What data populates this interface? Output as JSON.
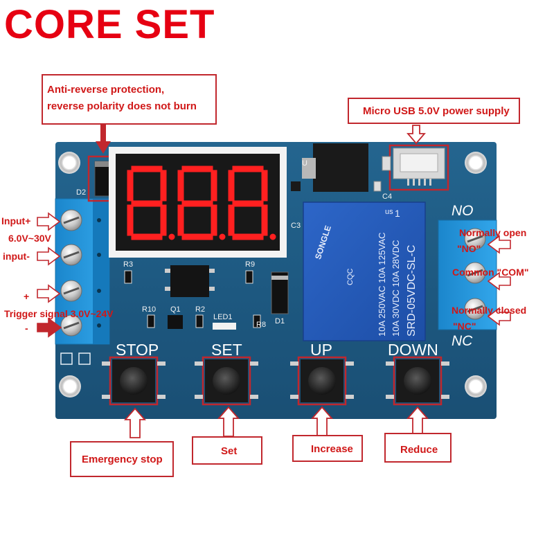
{
  "brand": {
    "text": "CORE SET",
    "color": "#e60012"
  },
  "callouts": {
    "anti_reverse_line1": "Anti-reverse protection,",
    "anti_reverse_line2": "reverse polarity does not burn",
    "micro_usb": "Micro USB 5.0V power supply",
    "emergency_stop": "Emergency stop",
    "set": "Set",
    "increase": "Increase",
    "reduce": "Reduce"
  },
  "left_labels": {
    "input_plus": "Input+",
    "voltage_range": "6.0V~30V",
    "input_minus": "input-",
    "trigger_plus": "+",
    "trigger_signal": "Trigger signal 3.0V~24V",
    "trigger_minus": "-"
  },
  "right_labels": {
    "normally_open": "Normally open",
    "no_quote": "\"NO\"",
    "common": "Common \"COM\"",
    "normally_closed": "Normally closed",
    "nc_quote": "\"NC\""
  },
  "board": {
    "buttons": [
      "STOP",
      "SET",
      "UP",
      "DOWN"
    ],
    "terminal_no": "NO",
    "terminal_nc": "NC",
    "relay": {
      "brand": "SONGLE",
      "model": "SRD-05VDC-SL-C",
      "rating_a": "10A 250VAC  10A 125VAC",
      "rating_b": "10A  30VDC  10A  28VDC",
      "ul_mark": "us",
      "cqc": "CQC",
      "one": "1"
    },
    "silkscreen": {
      "d2": "D2",
      "r3": "R3",
      "r9": "R9",
      "r10": "R10",
      "q1": "Q1",
      "r2": "R2",
      "led1": "LED1",
      "r8": "R8",
      "d1": "D1",
      "c3": "C3",
      "c4": "C4",
      "u": "U"
    }
  },
  "colors": {
    "accent_red": "#d01818",
    "board_blue": "#1d5880",
    "relay_blue": "#2257b8",
    "terminal_blue": "#1e8fd6",
    "display_red": "#ff2020"
  }
}
